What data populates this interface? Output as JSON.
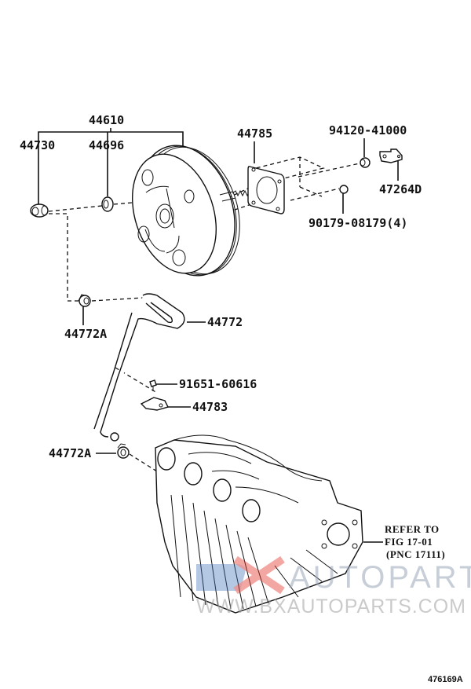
{
  "diagram": {
    "title": "Brake Booster & Vacuum Hose Assembly",
    "parts": {
      "booster_assembly": "44610",
      "check_valve": "44730",
      "grommet": "44696",
      "gasket": "44785",
      "nut_upper": "94120-41000",
      "clevis": "47264D",
      "nut_lower": "90179-08179(4)",
      "clamp_upper": "44772A",
      "vacuum_hose": "44772",
      "bolt": "91651-60616",
      "bracket": "44783",
      "clamp_lower": "44772A"
    },
    "reference": {
      "line1": "REFER TO",
      "line2": "FIG 17-01",
      "line3": "(PNC 17111)"
    },
    "figure_code": "476169A"
  },
  "watermark": {
    "brand_text": "AUTOPARTS",
    "url": "WWW.BXAUTOPARTS.COM",
    "colors": {
      "blue": "#3d6fb6",
      "red": "#e0382f",
      "gray": "#9aa7b8"
    }
  }
}
